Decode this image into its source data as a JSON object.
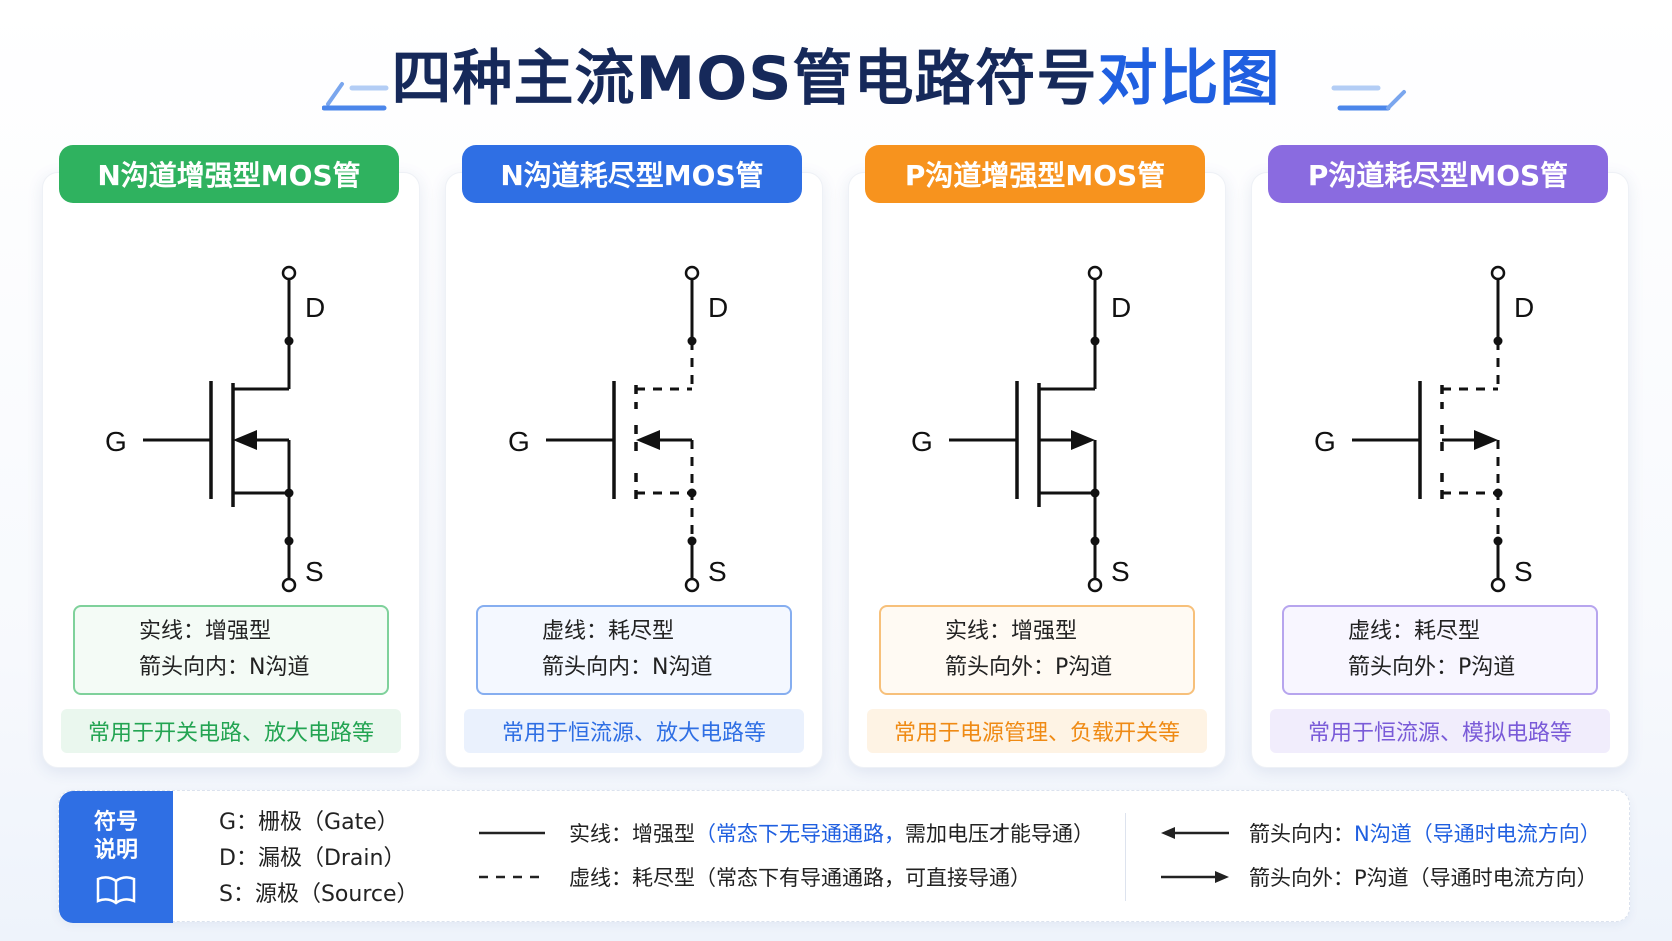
{
  "header": {
    "title_main": "四种主流MOS管电路符号",
    "title_accent": "对比图"
  },
  "cards": [
    {
      "title": "N沟道增强型MOS管",
      "color": "#2fb25f",
      "line_type": "solid",
      "arrow": "in",
      "note1": "实线：增强型",
      "note2": "箭头向内：N沟道",
      "usage": "常用于开关电路、放大电路等",
      "border_color": "#7fd19b",
      "box_bg": "#f4fbf6",
      "usage_bg": "#eaf7ee",
      "usage_color": "#23a452",
      "terminal_d": "D",
      "terminal_g": "G",
      "terminal_s": "S"
    },
    {
      "title": "N沟道耗尽型MOS管",
      "color": "#2f6fe4",
      "line_type": "dashed",
      "arrow": "in",
      "note1": "虚线：耗尽型",
      "note2": "箭头向内：N沟道",
      "usage": "常用于恒流源、放大电路等",
      "border_color": "#86aef0",
      "box_bg": "#f4f8ff",
      "usage_bg": "#eaf1fd",
      "usage_color": "#2f6fe4",
      "terminal_d": "D",
      "terminal_g": "G",
      "terminal_s": "S"
    },
    {
      "title": "P沟道增强型MOS管",
      "color": "#f7931e",
      "line_type": "solid",
      "arrow": "out",
      "note1": "实线：增强型",
      "note2": "箭头向外：P沟道",
      "usage": "常用于电源管理、负载开关等",
      "border_color": "#f7c07a",
      "box_bg": "#fffaf3",
      "usage_bg": "#fef3e4",
      "usage_color": "#ef8a14",
      "terminal_d": "D",
      "terminal_g": "G",
      "terminal_s": "S"
    },
    {
      "title": "P沟道耗尽型MOS管",
      "color": "#8a6be0",
      "line_type": "dashed",
      "arrow": "out",
      "note1": "虚线：耗尽型",
      "note2": "箭头向外：P沟道",
      "usage": "常用于恒流源、模拟电路等",
      "border_color": "#b7a5ee",
      "box_bg": "#f8f6ff",
      "usage_bg": "#f1edfc",
      "usage_color": "#7a5bd8",
      "terminal_d": "D",
      "terminal_g": "G",
      "terminal_s": "S"
    }
  ],
  "legend": {
    "tag_line1": "符号",
    "tag_line2": "说明",
    "tag_icon": "book-icon",
    "terms": [
      "G：栅极（Gate）",
      "D：漏极（Drain）",
      "S：源极（Source）"
    ],
    "solid_label": "实线：增强型",
    "solid_desc": "（常态下无导通通路，",
    "solid_desc2": "需加电压才能导通）",
    "dashed_label": "虚线：耗尽型（常态下有导通通路，可直接导通）",
    "arrow_in_label": "箭头向内：",
    "arrow_in_channel": "N沟道",
    "arrow_in_desc": "（导通时电流方向）",
    "arrow_out_label": "箭头向外：P沟道（导通时电流方向）"
  }
}
